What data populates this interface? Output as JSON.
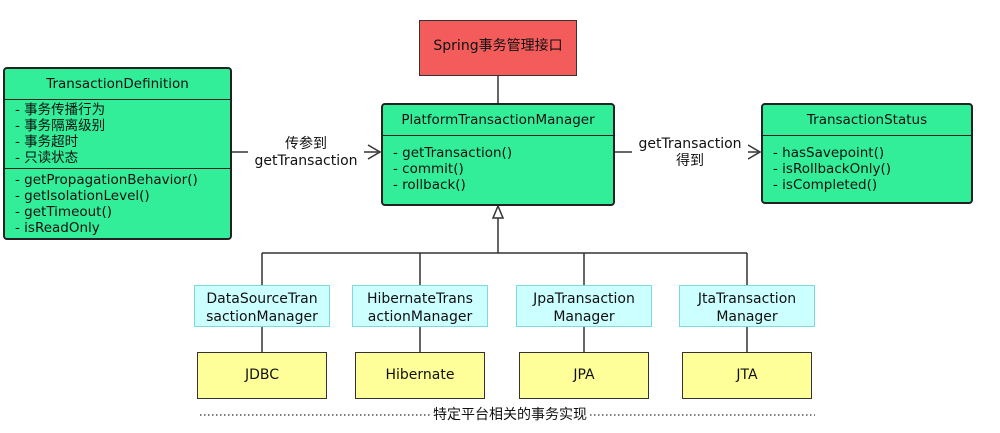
{
  "top_box": {
    "label": "Spring事务管理接口"
  },
  "transaction_definition": {
    "title": "TransactionDefinition",
    "attributes": [
      "- 事务传播行为",
      "- 事务隔离级别",
      "- 事务超时",
      "- 只读状态"
    ],
    "methods": [
      "- getPropagationBehavior()",
      "- getIsolationLevel()",
      "- getTimeout()",
      "- isReadOnly"
    ]
  },
  "platform_manager": {
    "title": "PlatformTransactionManager",
    "methods": [
      "- getTransaction()",
      "- commit()",
      "- rollback()"
    ]
  },
  "transaction_status": {
    "title": "TransactionStatus",
    "methods": [
      "- hasSavepoint()",
      "- isRollbackOnly()",
      "- isCompleted()"
    ]
  },
  "arrow_left_label": {
    "line1": "传参到",
    "line2": "getTransaction"
  },
  "arrow_right_label": {
    "line1": "getTransaction",
    "line2": "得到"
  },
  "implementations": [
    {
      "line1": "DataSourceTran",
      "line2": "sactionManager",
      "tech": "JDBC"
    },
    {
      "line1": "HibernateTrans",
      "line2": "actionManager",
      "tech": "Hibernate"
    },
    {
      "line1": "JpaTransaction",
      "line2": "Manager",
      "tech": "JPA"
    },
    {
      "line1": "JtaTransaction",
      "line2": "Manager",
      "tech": "JTA"
    }
  ],
  "footer_caption": "特定平台相关的事务实现",
  "colors": {
    "class_fill": "#33ee99",
    "top_fill": "#f45c5c",
    "impl_fill": "#ccffff",
    "tech_fill": "#ffff99"
  }
}
